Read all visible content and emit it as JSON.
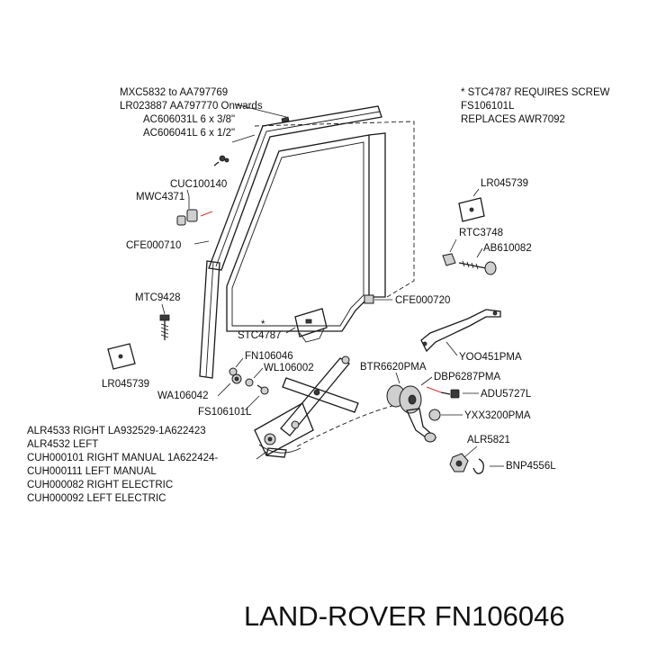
{
  "title": "LAND-ROVER FN106046",
  "note": {
    "line1": "* STC4787 REQUIRES SCREW",
    "line2": "FS106101L",
    "line3": "REPLACES AWR7092"
  },
  "glass_header": {
    "line1": "MXC5832 to AA797769",
    "line2": "LR023887 AA797770 Onwards",
    "line3": "AC606031L 6 x 3/8\"",
    "line4": "AC606041L 6 x 1/2\""
  },
  "parts": {
    "cuc100140": "CUC100140",
    "mwc4371": "MWC4371",
    "cfe000710": "CFE000710",
    "mtc9428": "MTC9428",
    "lr045739_left": "LR045739",
    "fn106046": "FN106046",
    "wl106002": "WL106002",
    "wa106042": "WA106042",
    "fs106101l": "FS106101L",
    "stc4787": "STC4787",
    "stc4787_star": "*",
    "lr045739_right": "LR045739",
    "rtc3748": "RTC3748",
    "ab610082": "AB610082",
    "cfe000720": "CFE000720",
    "yoo451pma": "YOO451PMA",
    "btr6620pma": "BTR6620PMA",
    "dbp6287pma": "DBP6287PMA",
    "adu5727l": "ADU5727L",
    "yxx3200pma": "YXX3200PMA",
    "alr5821": "ALR5821",
    "bnp4556l": "BNP4556L"
  },
  "regulator": {
    "line1": "ALR4533 RIGHT LA932529-1A622423",
    "line2": "ALR4532 LEFT",
    "line3": "CUH000101 RIGHT MANUAL  1A622424-",
    "line4": "CUH000111 LEFT MANUAL",
    "line5": "CUH000082 RIGHT ELECTRIC",
    "line6": "CUH000092 LEFT ELECTRIC"
  }
}
